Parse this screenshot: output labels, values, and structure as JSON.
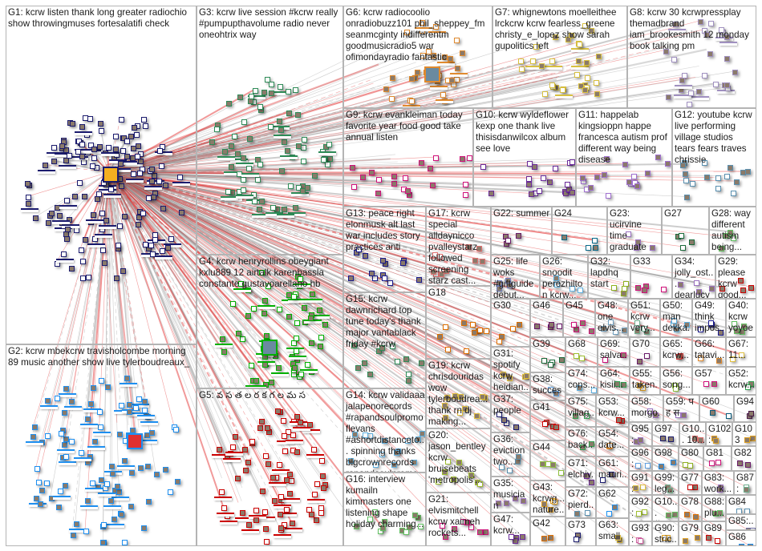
{
  "title": "kcrw Twitter NodeXL SNA Map",
  "groups": [
    {
      "id": "G1",
      "label": "G1: kcrw listen thank long greater radiochio show throwingmuses fortesalatifi check",
      "color": "#1b1b6e"
    },
    {
      "id": "G2",
      "label": "G2: kcrw mbekcrw travisholcombe morning 89 music another show live tylerboudreaux_",
      "color": "#1e8ff0"
    },
    {
      "id": "G3",
      "label": "G3: kcrw live session #kcrw really #pumpupthavolume radio never oneohtrix way",
      "color": "#2e8b57"
    },
    {
      "id": "G4",
      "label": "G4: kcrw henryrollins obeygiant kxlu889 12 airtalk karenbassla constante gustavoarellano hb",
      "color": "#00b000"
    },
    {
      "id": "G5",
      "label": "G5: వ స త ల ర క గ ల మ స",
      "color": "#cc0000"
    },
    {
      "id": "G6",
      "label": "G6: kcrw radiocoolio onradiobuzz101 phil_sheppey_fm seanmcginty indifferentm goodmusicradio5 war ofimondayradio fantastic",
      "color": "#e08a2e"
    },
    {
      "id": "G7",
      "label": "G7: whignewtons moelleithee lrckcrw kcrw fearless_greene christy_e_lopez show sarah gupolitics left",
      "color": "#d8c040"
    },
    {
      "id": "G8",
      "label": "G8: kcrw 30 kcrwpressplay themadbrand iam_brookesmith 12 monday book talking pm",
      "color": "#a090c0"
    },
    {
      "id": "G9",
      "label": "G9: kcrw evankleiman today favorite year food good take annual listen",
      "color": "#d0107a"
    },
    {
      "id": "G10",
      "label": "G10: kcrw wyldeflower kexp one thank live thisisdanwilcox album see love",
      "color": "#6a2a9a"
    },
    {
      "id": "G11",
      "label": "G11: happelab kingsioppn happe francesca autism prof different way being disease",
      "color": "#a070d0"
    },
    {
      "id": "G12",
      "label": "G12: youtube kcrw live performing village studios tears fears traves chrissie",
      "color": "#5a90b0"
    },
    {
      "id": "G13",
      "label": "G13: peace right elonmusk alt last war includes story practices anti",
      "color": "#1b1b8e"
    },
    {
      "id": "G17",
      "label": "G17: kcrw special alldaynicco pvalleystarz followed screening starz cast...",
      "color": "#e07070"
    },
    {
      "id": "G22",
      "label": "G22: summer",
      "color": "#6a1a6a"
    },
    {
      "id": "G24",
      "label": "G24",
      "color": "#0a6a8a"
    },
    {
      "id": "G23",
      "label": "G23: ucirvine time graduate martinez...",
      "color": "#9a70c0"
    },
    {
      "id": "G27",
      "label": "G27",
      "color": "#1a6a3a"
    },
    {
      "id": "G28",
      "label": "G28: way different autism being...",
      "color": "#60c060"
    },
    {
      "id": "G25",
      "label": "G25: life woks #giftguide debut...",
      "color": "#7080c0"
    },
    {
      "id": "G26",
      "label": "G26: snoodit perezhilton kcrw...",
      "color": "#60b0e0"
    },
    {
      "id": "G32",
      "label": "G32: lapdhq start",
      "color": "#90b020"
    },
    {
      "id": "G33",
      "label": "G33",
      "color": "#d0107a"
    },
    {
      "id": "G34",
      "label": "G34: jolly_ost... dearlucy darlobra...",
      "color": "#9a70c0"
    },
    {
      "id": "G29",
      "label": "G29: please kcrw good...",
      "color": "#cc0000"
    },
    {
      "id": "G18",
      "label": "G18",
      "color": "#e07000"
    },
    {
      "id": "G15",
      "label": "G15: kcrw dawnrichard top tune today's thank major vantablack friday #kcrw",
      "color": "#2e8b57"
    },
    {
      "id": "G30",
      "label": "G30",
      "color": "#e07000"
    },
    {
      "id": "G46",
      "label": "G46",
      "color": "#6a1a6a"
    },
    {
      "id": "G45",
      "label": "G45",
      "color": "#d0107a"
    },
    {
      "id": "G48",
      "label": "G48: one elvis...",
      "color": "#70a0c0"
    },
    {
      "id": "G51",
      "label": "G51: kcrw very...",
      "color": "#70b090"
    },
    {
      "id": "G50",
      "label": "G50: man dekka...",
      "color": "#60b0e0"
    },
    {
      "id": "G49",
      "label": "G49: think impos...",
      "color": "#1b1b8e"
    },
    {
      "id": "G40",
      "label": "G40: kcrw yoyoe...",
      "color": "#60c060"
    },
    {
      "id": "G39",
      "label": "G39",
      "color": "#1a6a3a"
    },
    {
      "id": "G68",
      "label": "G68",
      "color": "#a0c030"
    },
    {
      "id": "G69",
      "label": "G69: salva...",
      "color": "#d0107a"
    },
    {
      "id": "G70",
      "label": "G70",
      "color": "#6a1a6a"
    },
    {
      "id": "G65",
      "label": "G65: kcrw...",
      "color": "#cc3030"
    },
    {
      "id": "G66",
      "label": "G66: tatavi...",
      "color": "#e08a2e"
    },
    {
      "id": "G67",
      "label": "G67: 11...",
      "color": "#e0c040"
    },
    {
      "id": "G31",
      "label": "G31: spotify kcrw heidian...",
      "color": "#e0c040"
    },
    {
      "id": "G74",
      "label": "G74: cons...",
      "color": "#60b0e0"
    },
    {
      "id": "G64",
      "label": "G64: kisii...",
      "color": "#30a050"
    },
    {
      "id": "G55",
      "label": "G55: taken...",
      "color": "#e0a020"
    },
    {
      "id": "G56",
      "label": "G56: song...",
      "color": "#90c040"
    },
    {
      "id": "G57",
      "label": "G57",
      "color": "#d0107a"
    },
    {
      "id": "G52",
      "label": "G52: kcrw...",
      "color": "#30a050"
    },
    {
      "id": "G38",
      "label": "G38: success #com...",
      "color": "#60a0e0"
    },
    {
      "id": "G19",
      "label": "G19: kcrw chrisdouridas wow tylerboudrea... thank rn dj making...",
      "color": "#e0c040"
    },
    {
      "id": "G14",
      "label": "G14: kcrw validaaa jalapenorecords #rapandsoulpromo flevans #ashortdistanceto... spinning thanks bigcrownrecords rapandsoulpromo",
      "color": "#60b0e0"
    },
    {
      "id": "G37",
      "label": "G37: people",
      "color": "#1b1b6e"
    },
    {
      "id": "G75",
      "label": "G75: villag...",
      "color": "#30a050"
    },
    {
      "id": "G53",
      "label": "G53: kcrw...",
      "color": "#cc0000"
    },
    {
      "id": "G58",
      "label": "G58: morgo...",
      "color": "#9a70c0"
    },
    {
      "id": "G59",
      "label": "G59: प ह स",
      "color": "#9a70c0"
    },
    {
      "id": "G60",
      "label": "G60",
      "color": "#0a5a7a"
    },
    {
      "id": "G94",
      "label": "G94",
      "color": "#4a1a4a"
    },
    {
      "id": "G41",
      "label": "G41",
      "color": "#cc0000"
    },
    {
      "id": "G20",
      "label": "G20: jason_bentley kcrw bruisebeats 'metropolis'...",
      "color": "#a0c030"
    },
    {
      "id": "G76",
      "label": "G76: back...",
      "color": "#30a050"
    },
    {
      "id": "G54",
      "label": "G54: date...",
      "color": "#e08a2e"
    },
    {
      "id": "G95",
      "label": "G95: liste...",
      "color": "#9a70c0"
    },
    {
      "id": "G97",
      "label": "G97",
      "color": "#1b1b6e"
    },
    {
      "id": "G100",
      "label": "G10... 10...",
      "color": "#e07070"
    },
    {
      "id": "G102",
      "label": "G102: field...",
      "color": "#e0a020"
    },
    {
      "id": "G103",
      "label": "G103",
      "color": "#e0a020"
    },
    {
      "id": "G36",
      "label": "G36: eviction two...",
      "color": "#5a90b0"
    },
    {
      "id": "G44",
      "label": "G44",
      "color": "#90c040"
    },
    {
      "id": "G96",
      "label": "G96: inte...",
      "color": "#60a0e0"
    },
    {
      "id": "G98",
      "label": "G98",
      "color": "#1e8ff0"
    },
    {
      "id": "G80",
      "label": "G80",
      "color": "#90b020"
    },
    {
      "id": "G81",
      "label": "G81",
      "color": "#d0107a"
    },
    {
      "id": "G82",
      "label": "G82",
      "color": "#6a1a6a"
    },
    {
      "id": "G71",
      "label": "G71: elchiv...",
      "color": "#6a2a9a"
    },
    {
      "id": "G61",
      "label": "G61: mauri...",
      "color": "#1b1b6e"
    },
    {
      "id": "G91",
      "label": "G91: girls...",
      "color": "#e0c040"
    },
    {
      "id": "G99",
      "label": "G99: leg...",
      "color": "#70b090"
    },
    {
      "id": "G77",
      "label": "G77",
      "color": "#cc0000"
    },
    {
      "id": "G83",
      "label": "G83: work...",
      "color": "#9a70c0"
    },
    {
      "id": "G87",
      "label": "G87: love",
      "color": "#70b090"
    },
    {
      "id": "G16",
      "label": "G16: interview kumailn kimmasters one listening shape holiday charming...",
      "color": "#60c060"
    },
    {
      "id": "G35",
      "label": "G35: musician reading...",
      "color": "#9a70c0"
    },
    {
      "id": "G43",
      "label": "G43: kcrwg... nature...",
      "color": "#e0a020"
    },
    {
      "id": "G72",
      "label": "G72: pierd...",
      "color": "#5a90b0"
    },
    {
      "id": "G62",
      "label": "G62",
      "color": "#1e8ff0"
    },
    {
      "id": "G21",
      "label": "G21: elvismitchell kcrw xaimeh rockets...",
      "color": "#d0107a"
    },
    {
      "id": "G92",
      "label": "G92: pr...",
      "color": "#a0c030"
    },
    {
      "id": "G101",
      "label": "G10... #np...",
      "color": "#60c060"
    },
    {
      "id": "G78",
      "label": "G78",
      "color": "#e07000"
    },
    {
      "id": "G88",
      "label": "G88: plu...",
      "color": "#60c060"
    },
    {
      "id": "G84",
      "label": "G84",
      "color": "#5a90b0"
    },
    {
      "id": "G47",
      "label": "G47: kcrw...",
      "color": "#6a2a9a"
    },
    {
      "id": "G85",
      "label": "G85:...",
      "color": "#7070a0"
    },
    {
      "id": "G42",
      "label": "G42",
      "color": "#e07000"
    },
    {
      "id": "G73",
      "label": "G73",
      "color": "#1b1b6e"
    },
    {
      "id": "G63",
      "label": "G63: small",
      "color": "#e0c040"
    },
    {
      "id": "G93",
      "label": "G93: bast...",
      "color": "#d060a0"
    },
    {
      "id": "G90",
      "label": "G90: stric...",
      "color": "#e0a020"
    },
    {
      "id": "G79",
      "label": "G79",
      "color": "#e0a020"
    },
    {
      "id": "G89",
      "label": "G89",
      "color": "#cc0000"
    },
    {
      "id": "G86",
      "label": "G86",
      "color": "#1e8ff0"
    }
  ]
}
